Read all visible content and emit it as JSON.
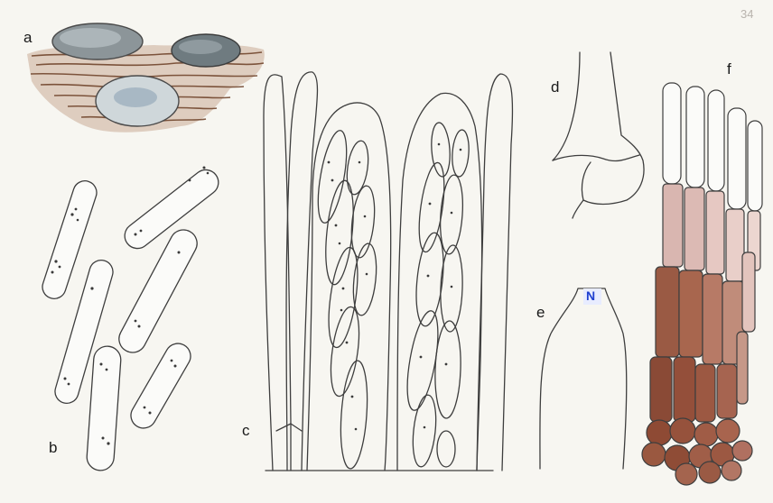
{
  "figure": {
    "panel_labels": {
      "a": "a",
      "b": "b",
      "c": "c",
      "d": "d",
      "e": "e",
      "f": "f"
    },
    "page_mark": "34",
    "stain_mark": "N",
    "colors": {
      "background": "#f7f6f1",
      "ink": "#3e3e3e",
      "substrate": "#8a5a3a",
      "apothecia": "#7f8a8e",
      "stain_blue": "#1f3fd0",
      "cells_pale": "#d9b6b0",
      "cells_dark": "#8a4a36"
    }
  }
}
